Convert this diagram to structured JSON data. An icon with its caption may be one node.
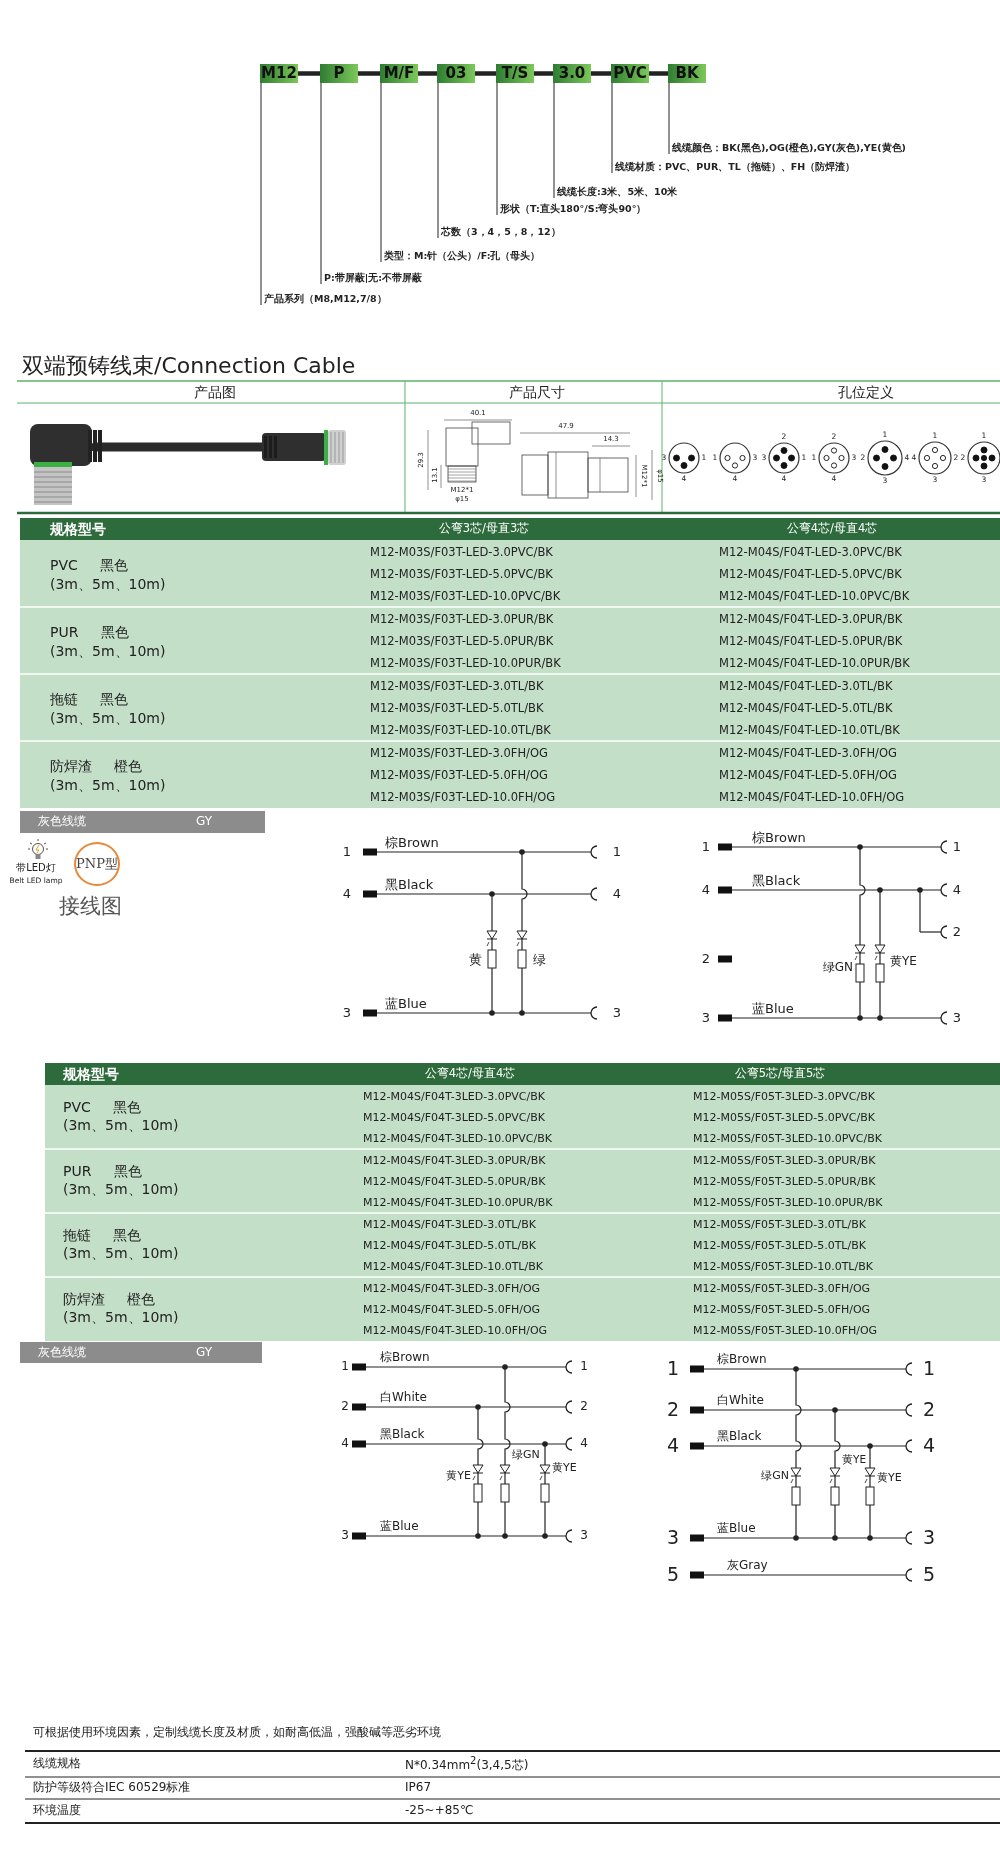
{
  "diagram": {
    "title": "双端预铸线束/Connection Cable",
    "nodes": [
      {
        "text": [
          "M12"
        ]
      },
      {
        "text": [
          "P"
        ]
      },
      {
        "text": [
          "M/F"
        ]
      },
      {
        "text": [
          "03"
        ]
      },
      {
        "text": [
          "T/S"
        ]
      },
      {
        "text": [
          "3.0"
        ]
      },
      {
        "text": [
          "PVC"
        ]
      },
      {
        "text": [
          "BK"
        ]
      },
      {
        "text": [
          "产品系列（M8,M12,7/8）"
        ]
      },
      {
        "text": [
          "P:带屏蔽|无:不带屏蔽"
        ]
      },
      {
        "text": [
          "类型：M:针（公头）/F:孔（母头）"
        ]
      },
      {
        "text": [
          "芯数（3，4，5，8，12）"
        ]
      },
      {
        "text": [
          "形状（T:直头180°/S:弯头90°）"
        ]
      },
      {
        "text": [
          "线缆长度:3米、5米、10米"
        ]
      },
      {
        "text": [
          "线缆材质：PVC、PUR、TL（拖链）、FH（防焊渣）"
        ]
      },
      {
        "text": [
          "线缆颜色：BK(黑色),OG(橙色),GY(灰色),YE(黄色)"
        ]
      },
      {
        "text": [
          "灰色线缆",
          "GY"
        ]
      },
      {
        "text": [
          "PNP型"
        ]
      },
      {
        "text": [
          "灰色线缆",
          "GY"
        ]
      }
    ],
    "edges": [
      {
        "from": 0,
        "to": 1,
        "arrow": "none",
        "style": "thick"
      },
      {
        "from": 1,
        "to": 2,
        "arrow": "none",
        "style": "thick"
      },
      {
        "from": 2,
        "to": 3,
        "arrow": "none",
        "style": "thick"
      },
      {
        "from": 3,
        "to": 4,
        "arrow": "none",
        "style": "thick"
      },
      {
        "from": 4,
        "to": 5,
        "arrow": "none",
        "style": "thick"
      },
      {
        "from": 5,
        "to": 6,
        "arrow": "none",
        "style": "thick"
      },
      {
        "from": 6,
        "to": 7,
        "arrow": "none",
        "style": "thick"
      },
      {
        "from": 0,
        "to": 8,
        "arrow": "none"
      },
      {
        "from": 1,
        "to": 9,
        "arrow": "none"
      },
      {
        "from": 2,
        "to": 10,
        "arrow": "none"
      },
      {
        "from": 3,
        "to": 11,
        "arrow": "none"
      },
      {
        "from": 4,
        "to": 12,
        "arrow": "none"
      },
      {
        "from": 5,
        "to": 13,
        "arrow": "none"
      },
      {
        "from": 6,
        "to": 14,
        "arrow": "none"
      },
      {
        "from": 7,
        "to": 15,
        "arrow": "none"
      }
    ],
    "labels": [
      "产品图",
      "产品尺寸",
      "孔位定义",
      "40.1",
      "29.3",
      "13.1",
      "M12*1",
      "φ15",
      "47.9",
      "14.3",
      "M12*1",
      "φ15",
      "3",
      "1",
      "4",
      "1",
      "3",
      "4",
      "2",
      "3",
      "1",
      "4",
      "2",
      "1",
      "3",
      "4",
      "1",
      "2",
      "4",
      "3",
      "1",
      "4",
      "2",
      "3",
      "1",
      "2",
      "3",
      "规格型号",
      "公弯3芯/母直3芯",
      "公弯4芯/母直4芯",
      "PVC 黑色",
      "(3m、5m、10m)",
      "M12-M03S/F03T-LED-3.0PVC/BK",
      "M12-M04S/F04T-LED-3.0PVC/BK",
      "M12-M03S/F03T-LED-5.0PVC/BK",
      "M12-M04S/F04T-LED-5.0PVC/BK",
      "M12-M03S/F03T-LED-10.0PVC/BK",
      "M12-M04S/F04T-LED-10.0PVC/BK",
      "PUR 黑色",
      "(3m、5m、10m)",
      "M12-M03S/F03T-LED-3.0PUR/BK",
      "M12-M04S/F04T-LED-3.0PUR/BK",
      "M12-M03S/F03T-LED-5.0PUR/BK",
      "M12-M04S/F04T-LED-5.0PUR/BK",
      "M12-M03S/F03T-LED-10.0PUR/BK",
      "M12-M04S/F04T-LED-10.0PUR/BK",
      "拖链 黑色",
      "(3m、5m、10m)",
      "M12-M03S/F03T-LED-3.0TL/BK",
      "M12-M04S/F04T-LED-3.0TL/BK",
      "M12-M03S/F03T-LED-5.0TL/BK",
      "M12-M04S/F04T-LED-5.0TL/BK",
      "M12-M03S/F03T-LED-10.0TL/BK",
      "M12-M04S/F04T-LED-10.0TL/BK",
      "防焊渣 橙色",
      "(3m、5m、10m)",
      "M12-M03S/F03T-LED-3.0FH/OG",
      "M12-M04S/F04T-LED-3.0FH/OG",
      "M12-M03S/F03T-LED-5.0FH/OG",
      "M12-M04S/F04T-LED-5.0FH/OG",
      "M12-M03S/F03T-LED-10.0FH/OG",
      "M12-M04S/F04T-LED-10.0FH/OG",
      "带LED灯",
      "Belt LED lamp",
      "接线图",
      "1",
      "棕Brown",
      "1",
      "4",
      "黑Black",
      "4",
      "黄",
      "绿",
      "3",
      "蓝Blue",
      "3",
      "1",
      "棕Brown",
      "1",
      "4",
      "黑Black",
      "4",
      "2",
      "2",
      "绿GN",
      "黄YE",
      "3",
      "蓝Blue",
      "3",
      "规格型号",
      "公弯4芯/母直4芯",
      "公弯5芯/母直5芯",
      "PVC 黑色",
      "(3m、5m、10m)",
      "M12-M04S/F04T-3LED-3.0PVC/BK",
      "M12-M05S/F05T-3LED-3.0PVC/BK",
      "M12-M04S/F04T-3LED-5.0PVC/BK",
      "M12-M05S/F05T-3LED-5.0PVC/BK",
      "M12-M04S/F04T-3LED-10.0PVC/BK",
      "M12-M05S/F05T-3LED-10.0PVC/BK",
      "PUR 黑色",
      "(3m、5m、10m)",
      "M12-M04S/F04T-3LED-3.0PUR/BK",
      "M12-M05S/F05T-3LED-3.0PUR/BK",
      "M12-M04S/F04T-3LED-5.0PUR/BK",
      "M12-M05S/F05T-3LED-5.0PUR/BK",
      "M12-M04S/F04T-3LED-10.0PUR/BK",
      "M12-M05S/F05T-3LED-10.0PUR/BK",
      "拖链 黑色",
      "(3m、5m、10m)",
      "M12-M04S/F04T-3LED-3.0TL/BK",
      "M12-M05S/F05T-3LED-3.0TL/BK",
      "M12-M04S/F04T-3LED-5.0TL/BK",
      "M12-M05S/F05T-3LED-5.0TL/BK",
      "M12-M04S/F04T-3LED-10.0TL/BK",
      "M12-M05S/F05T-3LED-10.0TL/BK",
      "防焊渣 橙色",
      "(3m、5m、10m)",
      "M12-M04S/F04T-3LED-3.0FH/OG",
      "M12-M05S/F05T-3LED-3.0FH/OG",
      "M12-M04S/F04T-3LED-5.0FH/OG",
      "M12-M05S/F05T-3LED-5.0FH/OG",
      "M12-M04S/F04T-3LED-10.0FH/OG",
      "M12-M05S/F05T-3LED-10.0FH/OG",
      "1",
      "棕Brown",
      "1",
      "2",
      "白White",
      "2",
      "4",
      "黑Black",
      "4",
      "绿GN",
      "黄YE",
      "黄YE",
      "3",
      "蓝Blue",
      "3",
      "1",
      "棕Brown",
      "1",
      "2",
      "白White",
      "2",
      "4",
      "黑Black",
      "4",
      "黄YE",
      "绿GN",
      "黄YE",
      "3",
      "蓝Blue",
      "3",
      "5",
      "灰Gray",
      "5",
      "可根据使用环境因素，定制线缆长度及材质，如耐高低温，强酸碱等恶劣环境",
      "线缆规格",
      "N*0.34mm$^{2}$(3,4,5芯)",
      "防护等级符合IEC 60529标准",
      "IP67",
      "环境温度",
      "-25~+85℃"
    ]
  }
}
